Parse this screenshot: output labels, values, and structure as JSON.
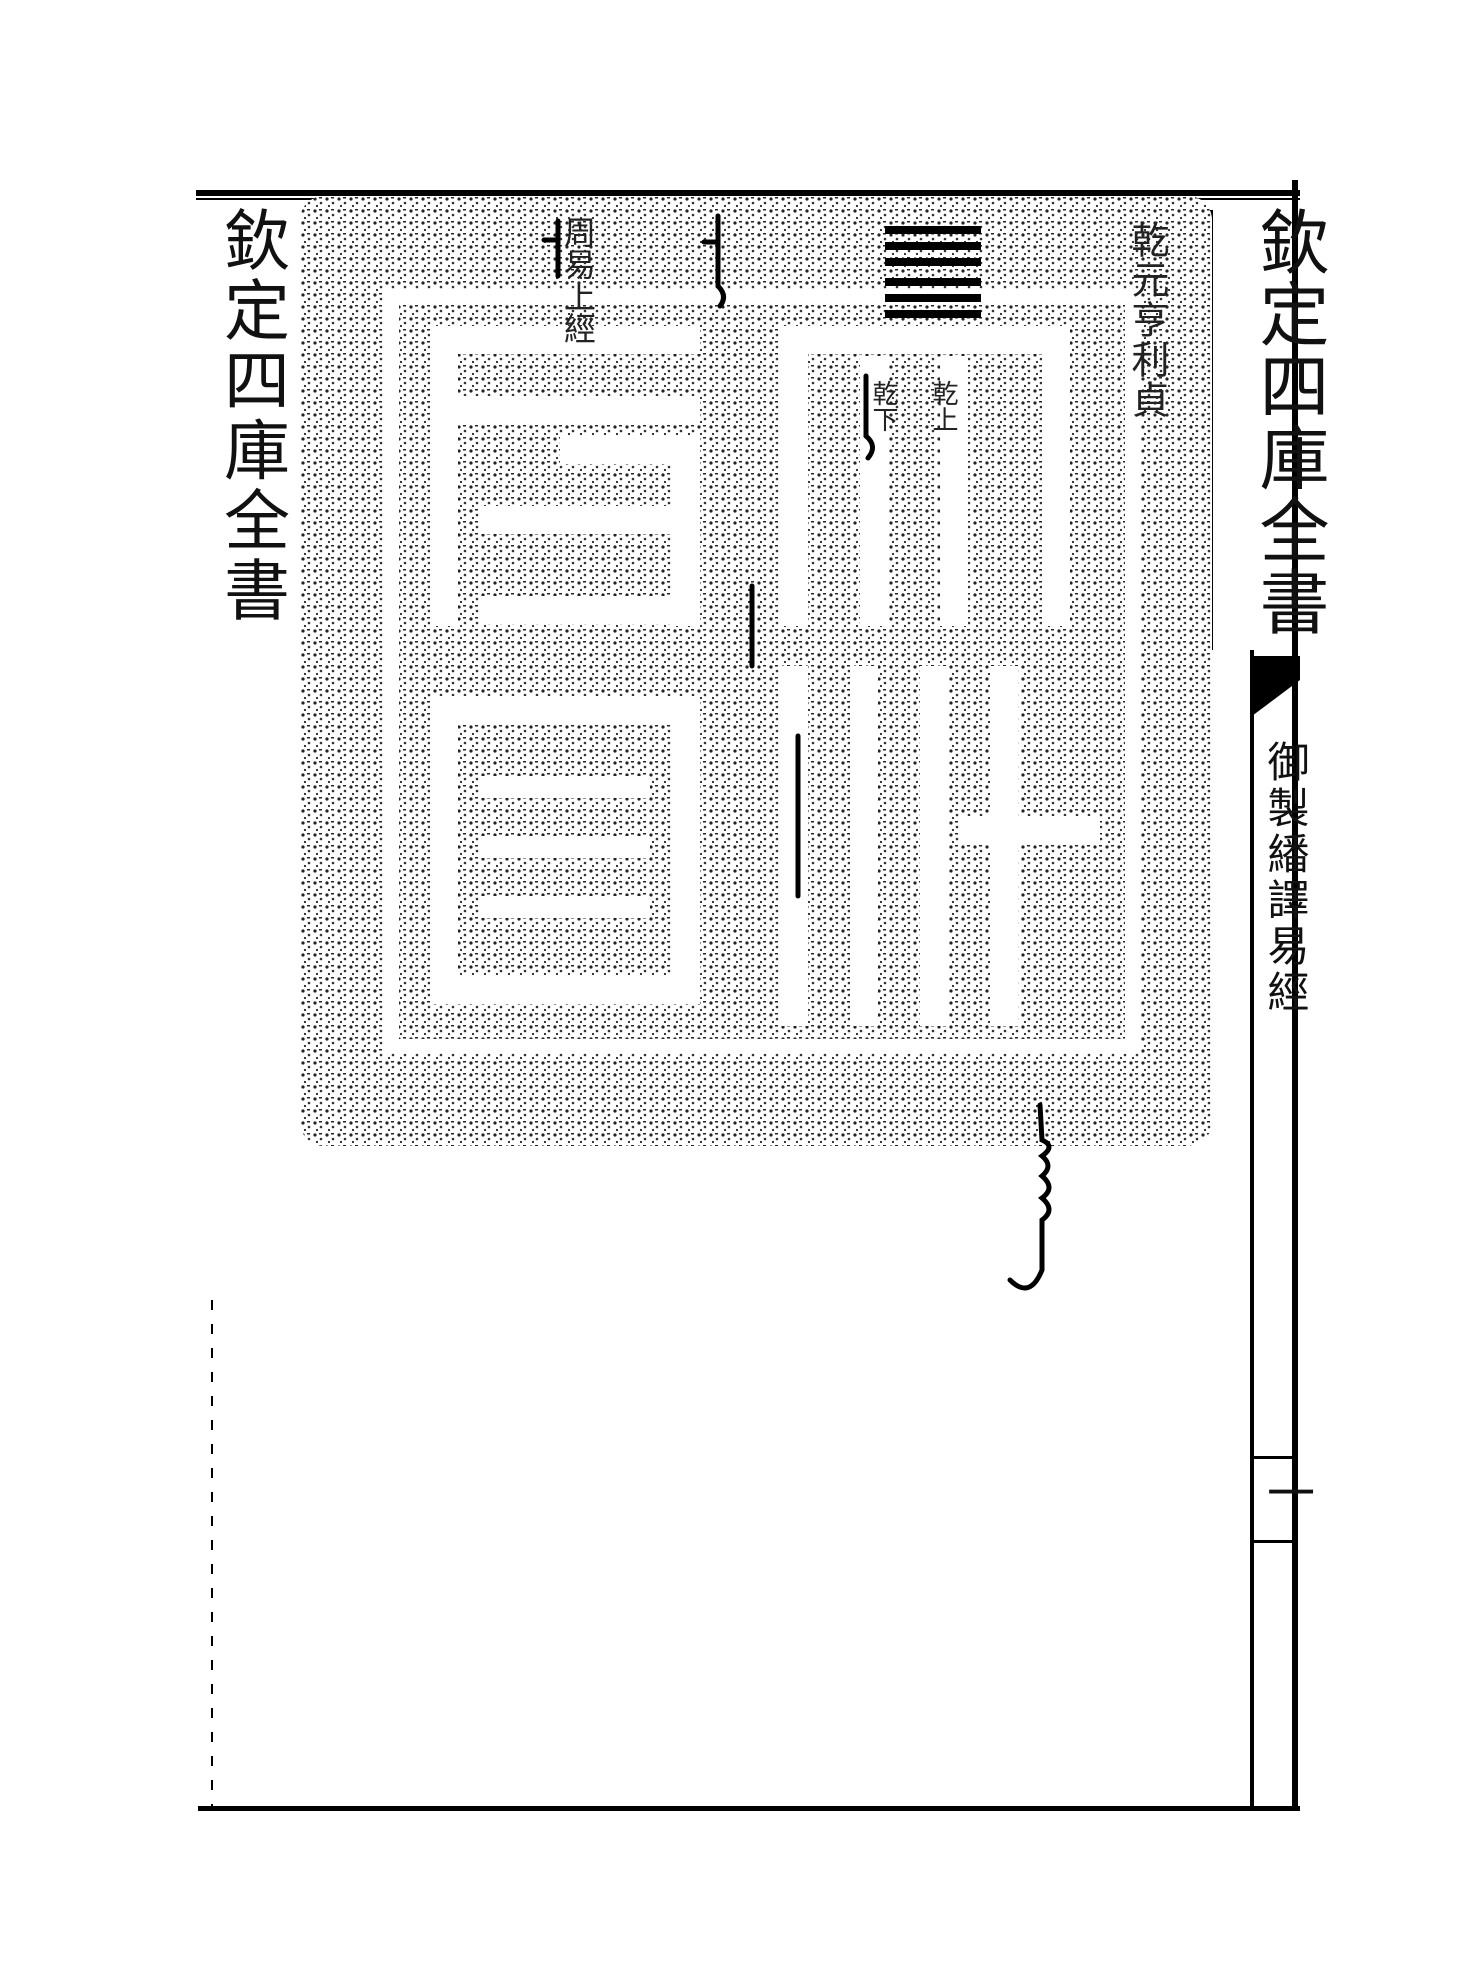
{
  "document": {
    "side_title": "欽定四庫全書",
    "header_title": "欽定四庫全書",
    "sub_title": "御製繙譯易經",
    "page_number": "一"
  },
  "seal": {
    "reign": "乾元亨利貞",
    "title": "周易上經",
    "pair_a": "乾下",
    "pair_b": "乾上",
    "trigram": "乾",
    "main_characters": "古稀天子"
  },
  "colors": {
    "ink": "#111111",
    "paper": "#ffffff",
    "border": "#000000"
  }
}
